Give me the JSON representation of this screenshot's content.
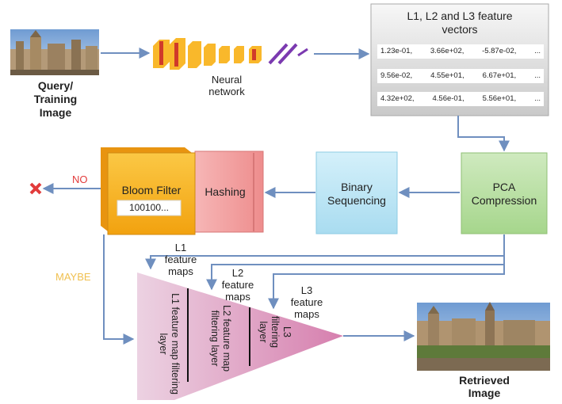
{
  "query": {
    "label": "Query/\nTraining\nImage"
  },
  "network": {
    "label": "Neural\nnetwork"
  },
  "features": {
    "title": "L1, L2 and L3 feature\nvectors",
    "rows": [
      [
        "1.23e-01,",
        "3.66e+02,",
        "-5.87e-02,",
        "..."
      ],
      [
        "9.56e-02,",
        "4.55e+01,",
        "6.67e+01,",
        "..."
      ],
      [
        "4.32e+02,",
        "4.56e-01,",
        "5.56e+01,",
        "..."
      ]
    ]
  },
  "pca": {
    "label": "PCA\nCompression"
  },
  "binary": {
    "label": "Binary\nSequencing"
  },
  "hashing": {
    "label": "Hashing"
  },
  "bloom": {
    "label": "Bloom Filter",
    "value": "100100..."
  },
  "decision": {
    "no": "NO",
    "maybe": "MAYBE"
  },
  "maps": {
    "l1": "L1\nfeature\nmaps",
    "l2": "L2\nfeature\nmaps",
    "l3": "L3\nfeature\nmaps"
  },
  "layers": {
    "l1": "L1 feature map filtering\nlayer",
    "l2": "L2 feature map\nfiltering layer",
    "l3": "L3\nfiltering\nlayer"
  },
  "retrieved": {
    "label": "Retrieved\nImage"
  },
  "colors": {
    "arrow": "#6f8fbf",
    "pca_fill": "#b9e0a5",
    "binary_fill": "#bfe6f5",
    "hash_fill": "#f3a0a0",
    "bloom_fill": "#f9b82b",
    "funnel": "#d98ab4",
    "reject": "#e23b3b",
    "maybe": "#f0c050"
  }
}
